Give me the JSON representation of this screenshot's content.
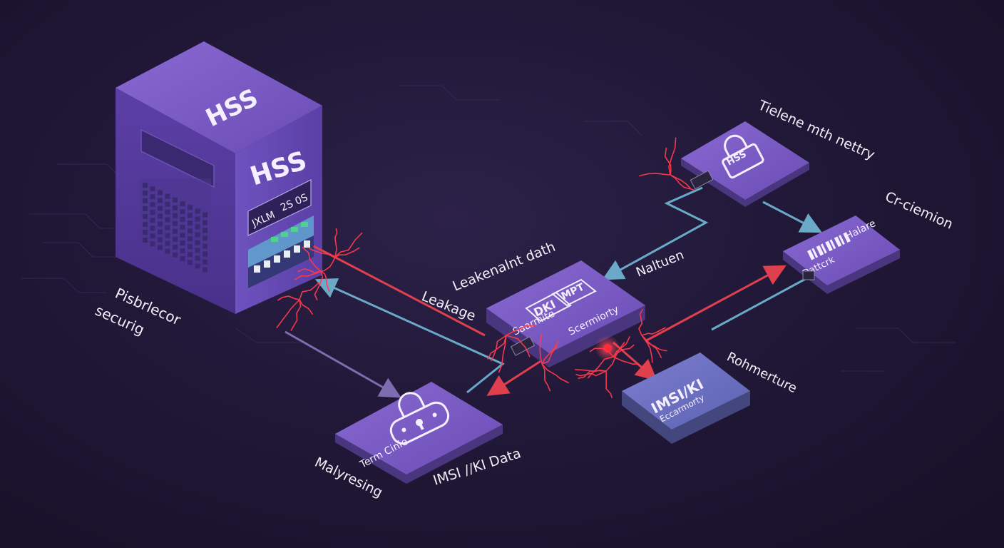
{
  "server": {
    "top_label": "HSS",
    "front_label": "HSS",
    "display_lines": [
      "JXLM",
      "2S 0S"
    ]
  },
  "nodes": {
    "lock_box": {
      "label": "HSS"
    },
    "small_box": {
      "line1": "Halare",
      "line2": "Dattcrk"
    },
    "center_box": {
      "tag1": "MPT",
      "tag2": "DKI",
      "line1": "Saarmite",
      "line2": "Scermiorty"
    },
    "bottom_box": {
      "label": "Term Cinie"
    },
    "imsi_box": {
      "line1": "IMSI/KI",
      "line2": "Eccarmorty"
    }
  },
  "labels": {
    "top_right": "Tielene mth nettry",
    "right": "Cr-ciemion",
    "leak_path": "Leakenalnt dath",
    "malt": "Naltuen",
    "leakage": "Leakage",
    "left_1": "Pisbrlecor",
    "left_2": "securig",
    "rohm": "Rohmerture",
    "imsi_data": "IMSI //KI Data",
    "malyresing": "Malyresing"
  },
  "colors": {
    "box_top": "#7b5cc4",
    "box_side": "#4a357f",
    "blue_line": "#6aa9c8",
    "red_line": "#e0404e",
    "leak_glow": "#ff3a4a",
    "led_green": "#4fd38a"
  },
  "icons": [
    "lock-icon",
    "robot-lock-icon",
    "barcode-icon",
    "connector-icon"
  ]
}
